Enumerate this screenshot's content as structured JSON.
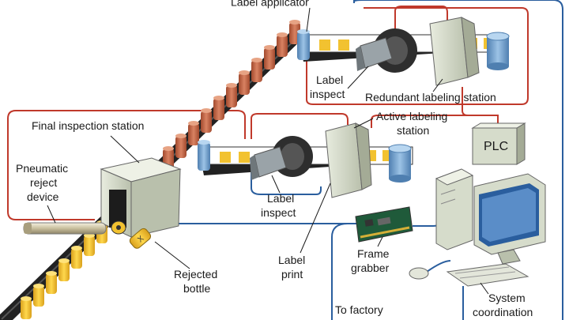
{
  "diagram": {
    "labels": {
      "label_applicator": "Label applicator",
      "label_inspect_top": [
        "Label",
        "inspect"
      ],
      "redundant_station": "Redundant labeling station",
      "final_inspection": "Final inspection station",
      "active_labeling": [
        "Active labeling",
        "station"
      ],
      "plc": "PLC",
      "pneumatic_reject": [
        "Pneumatic",
        "reject",
        "device"
      ],
      "label_inspect_mid": [
        "Label",
        "inspect"
      ],
      "label_print": [
        "Label",
        "print"
      ],
      "frame_grabber": [
        "Frame",
        "grabber"
      ],
      "rejected_bottle": [
        "Rejected",
        "bottle"
      ],
      "to_factory": "To factory",
      "system_coordination": [
        "System",
        "coordination"
      ]
    },
    "colors": {
      "signal_wire": "#c0392b",
      "network_wire": "#2a5e9e",
      "bottle": "#c96a4a",
      "bottle_yellow": "#f2c230",
      "conveyor": "#222222",
      "container_blue": "#6f9fcf",
      "machine": "#d6dccb"
    }
  }
}
